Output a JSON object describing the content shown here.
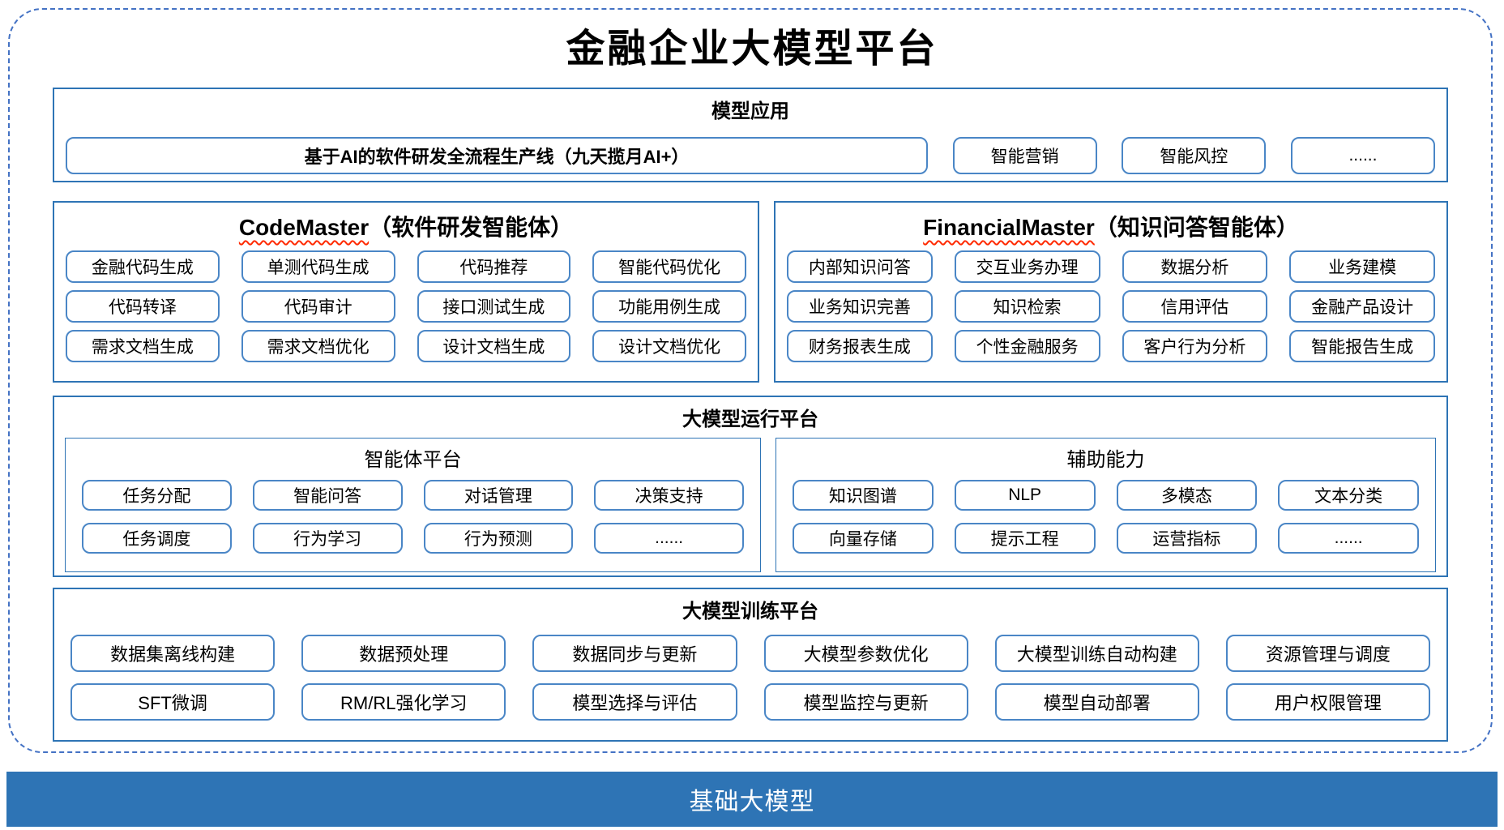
{
  "title": "金融企业大模型平台",
  "colors": {
    "outer_dashed_border": "#4472C4",
    "section_border": "#2E74B5",
    "item_border": "#4A86C6",
    "spellcheck_underline": "#FF2A00",
    "foundation_bar_bg": "#2E74B5",
    "foundation_bar_text": "#FFFFFF"
  },
  "sections": {
    "applications": {
      "header": "模型应用",
      "main_item": "基于AI的软件研发全流程生产线（九天揽月AI+）",
      "items": [
        "智能营销",
        "智能风控",
        "......"
      ]
    },
    "agents": [
      {
        "name_en": "CodeMaster",
        "name_zh": "（软件研发智能体）",
        "items": [
          "金融代码生成",
          "单测代码生成",
          "代码推荐",
          "智能代码优化",
          "代码转译",
          "代码审计",
          "接口测试生成",
          "功能用例生成",
          "需求文档生成",
          "需求文档优化",
          "设计文档生成",
          "设计文档优化"
        ]
      },
      {
        "name_en": "FinancialMaster",
        "name_zh": "（知识问答智能体）",
        "items": [
          "内部知识问答",
          "交互业务办理",
          "数据分析",
          "业务建模",
          "业务知识完善",
          "知识检索",
          "信用评估",
          "金融产品设计",
          "财务报表生成",
          "个性金融服务",
          "客户行为分析",
          "智能报告生成"
        ]
      }
    ],
    "runtime": {
      "header": "大模型运行平台",
      "groups": [
        {
          "header": "智能体平台",
          "items": [
            "任务分配",
            "智能问答",
            "对话管理",
            "决策支持",
            "任务调度",
            "行为学习",
            "行为预测",
            "......"
          ]
        },
        {
          "header": "辅助能力",
          "items": [
            "知识图谱",
            "NLP",
            "多模态",
            "文本分类",
            "向量存储",
            "提示工程",
            "运营指标",
            "......"
          ]
        }
      ]
    },
    "training": {
      "header": "大模型训练平台",
      "items": [
        "数据集离线构建",
        "数据预处理",
        "数据同步与更新",
        "大模型参数优化",
        "大模型训练自动构建",
        "资源管理与调度",
        "SFT微调",
        "RM/RL强化学习",
        "模型选择与评估",
        "模型监控与更新",
        "模型自动部署",
        "用户权限管理"
      ]
    },
    "foundation": {
      "label": "基础大模型"
    }
  }
}
